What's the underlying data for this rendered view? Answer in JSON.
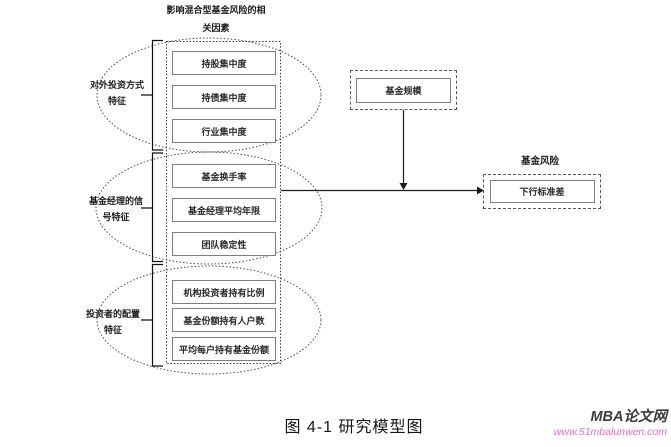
{
  "title": {
    "line1": "影响混合型基金风险的相",
    "line2": "关因素"
  },
  "groups": [
    {
      "label_line1": "对外投资方式",
      "label_line2": "特征",
      "boxes": [
        "持股集中度",
        "持债集中度",
        "行业集中度"
      ]
    },
    {
      "label_line1": "基金经理的信",
      "label_line2": "号特征",
      "boxes": [
        "基金换手率",
        "基金经理平均年限",
        "团队稳定性"
      ]
    },
    {
      "label_line1": "投资者的配置",
      "label_line2": "特征",
      "boxes": [
        "机构投资者持有比例",
        "基金份额持有人户数",
        "平均每户持有基金份额"
      ]
    }
  ],
  "moderator": {
    "label": "基金规模"
  },
  "outcome": {
    "title": "基金风险",
    "box": "下行标准差"
  },
  "caption": "图 4-1 研究模型图",
  "watermark": {
    "site_name": "MBA论文网",
    "url": "www.51mbalunwen.com",
    "site_color": "#3d3d3d",
    "url_color": "#e871b2"
  },
  "colors": {
    "line": "#333333",
    "box_border": "#7d7d7d",
    "background": "#ffffff"
  }
}
